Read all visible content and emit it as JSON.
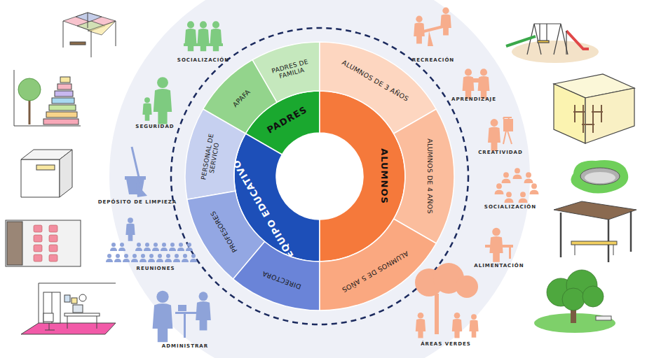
{
  "diagram": {
    "nodes": [
      {
        "text": [
          "PADRES"
        ]
      },
      {
        "text": [
          "EQUIPO EDUCATIVO"
        ]
      },
      {
        "text": [
          "ALUMNOS"
        ]
      },
      {
        "text": [
          "PADRES DE FAMILIA"
        ]
      },
      {
        "text": [
          "APAFA"
        ]
      },
      {
        "text": [
          "PERSONAL DE SERVICIO"
        ]
      },
      {
        "text": [
          "PROFESORES"
        ]
      },
      {
        "text": [
          "DIRECTORA"
        ]
      },
      {
        "text": [
          "ALUMNOS DE 3 AÑOS"
        ]
      },
      {
        "text": [
          "ALUMNOS DE 4 AÑOS"
        ]
      },
      {
        "text": [
          "ALUMNOS DE 5 AÑOS"
        ]
      }
    ],
    "labels": [
      "SOCIALIZACIÓN",
      "SEGURIDAD",
      "DEPÓSITO DE LIMPIEZA",
      "REUNIONES",
      "ADMINISTRAR",
      "RECREACIÓN",
      "APRENDIZAJE",
      "CREATIVIDAD",
      "SOCIALIZACIÓN",
      "ALIMENTACIÓN",
      "ÁREAS VERDES"
    ]
  }
}
